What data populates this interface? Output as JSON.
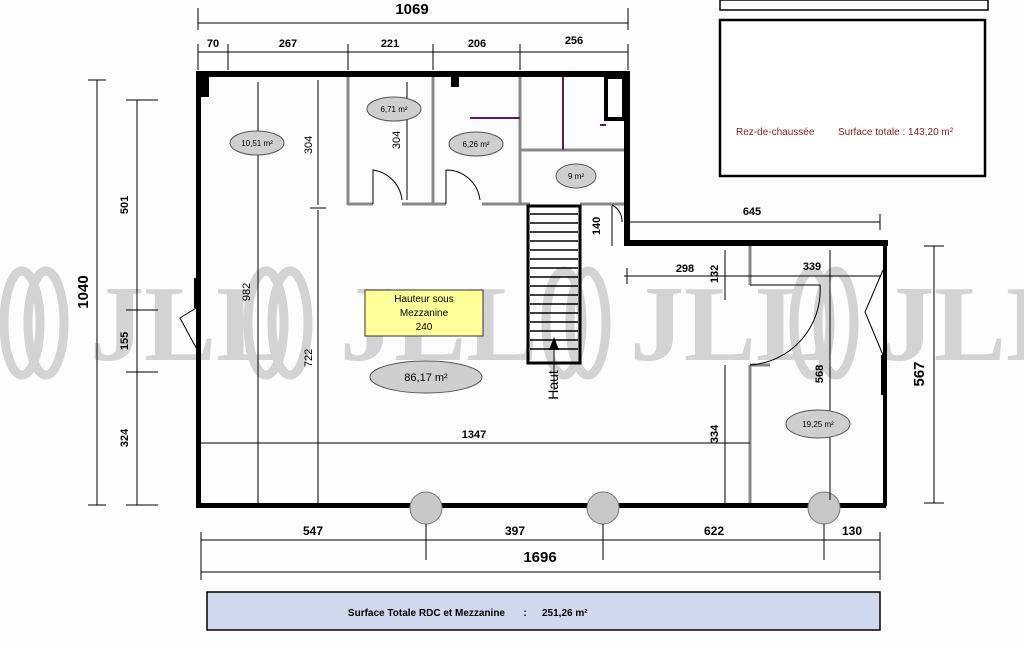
{
  "watermark": {
    "text": "JLL"
  },
  "info_box": {
    "title": "Rez-de-chaussée",
    "surface_label": "Surface totale : 143,20 m²",
    "color": "#8b1a1a"
  },
  "top_dims": {
    "total": "1069",
    "d1": "70",
    "d2": "267",
    "d3": "221",
    "d4": "206",
    "d5": "256"
  },
  "right_top_dim": "645",
  "left_dims": {
    "total": "1040",
    "d501": "501",
    "d155": "155",
    "d324": "324"
  },
  "inner_dims": {
    "d982": "982",
    "d304a": "304",
    "d304b": "304",
    "d722": "722",
    "d140": "140",
    "d298": "298",
    "d132": "132",
    "d339": "339",
    "d568": "568",
    "d334": "334",
    "d1347": "1347",
    "d567": "567"
  },
  "bottom_dims": {
    "d547": "547",
    "d397": "397",
    "d622": "622",
    "d130": "130",
    "total": "1696"
  },
  "rooms": {
    "r1": "10,51 m²",
    "r2": "6,71 m²",
    "r3": "6,26 m²",
    "r4": "9 m²",
    "main": "86,17 m²",
    "r5": "19,25 m²"
  },
  "mezzanine_note": {
    "line1": "Hauteur sous",
    "line2": "Mezzanine",
    "line3": "240",
    "color": "#ffff99"
  },
  "stairs_label": "Haut",
  "total_box": {
    "label": "Surface Totale RDC et Mezzanine",
    "sep": ":",
    "value": "251,26 m²",
    "color": "#cfd8ec"
  }
}
